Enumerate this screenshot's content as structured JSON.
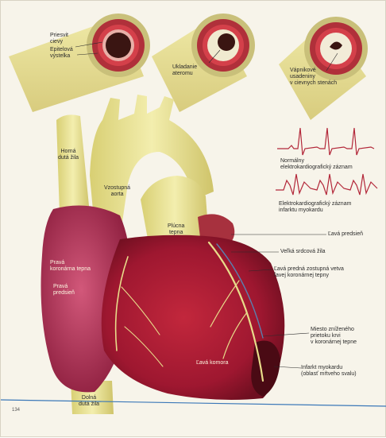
{
  "vessels": {
    "normal_label_1": "Priesvit\ncievy",
    "normal_label_2": "Epitelová\nvýstelka",
    "atheroma_label": "Ukladanie\nateromu",
    "calc_label": "Vápnikové\nusadeniny\nv cievnych stenách"
  },
  "ecg": {
    "normal_label": "Normálny\nelektrokardiografický záznam",
    "infarct_label": "Elektrokardiografický záznam\ninfarktu myokardu"
  },
  "heart": {
    "sup_vena_cava": "Horná\ndutá žila",
    "asc_aorta": "Vzostupná\naorta",
    "pulm_artery": "Plúcna\ntepna",
    "left_atrium": "Ľavá predsieň",
    "great_vein": "Veľká srdcová žila",
    "lad": "Ľavá predná zostupná vetva\nľavej koronárnej tepny",
    "right_coronary": "Pravá\nkoronárna tepna",
    "right_atrium": "Pravá\npredsieň",
    "reduced_flow": "Miesto zníženého\nprietoku krvi\nv koronárnej tepne",
    "infarct": "Infarkt myokardu\n(oblasť mŕtveho svalu)",
    "left_ventricle": "Ľavá komora",
    "inf_vena_cava": "Dolná\ndutá žila"
  },
  "page_number": "134"
}
